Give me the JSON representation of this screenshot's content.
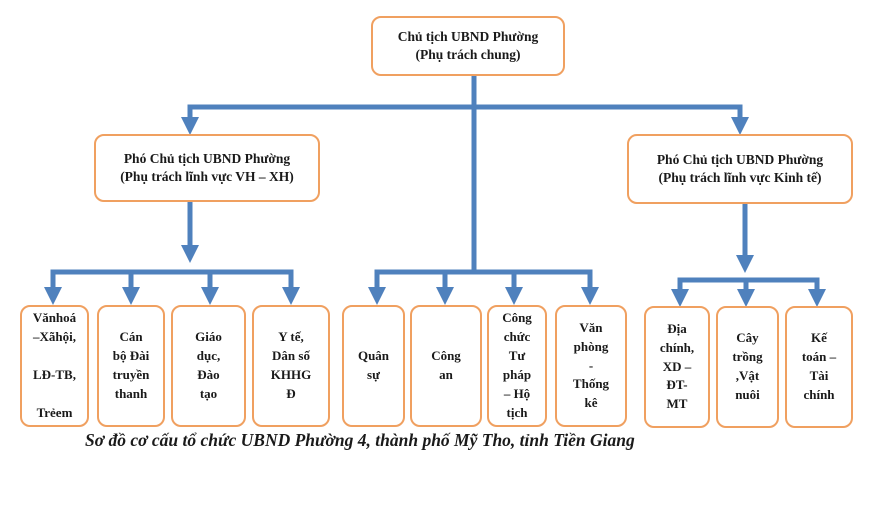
{
  "root": {
    "text": "Chủ tịch UBND Phường\n(Phụ trách chung)"
  },
  "deputies": [
    {
      "text": "Phó Chủ tịch UBND Phường\n(Phụ trách lĩnh vực VH – XH)"
    },
    {
      "text": "Phó Chủ tịch UBND Phường\n(Phụ trách lĩnh vực Kinh tế)"
    }
  ],
  "departments": [
    {
      "text": "Vănhoá\n–Xãhội,\n\nLĐ-TB,\n\nTrẻem"
    },
    {
      "text": "Cán\nbộ Đài\ntruyền\nthanh"
    },
    {
      "text": "Giáo\ndục,\nĐào\ntạo"
    },
    {
      "text": "Y tế,\nDân số\nKHHG\nĐ"
    },
    {
      "text": "Quân\nsự"
    },
    {
      "text": "Công\nan"
    },
    {
      "text": "Công\nchức\nTư\npháp\n– Hộ\ntịch"
    },
    {
      "text": "Văn\nphòng\n-\nThống\nkê"
    },
    {
      "text": "Địa\nchính,\nXD –\nĐT-\nMT"
    },
    {
      "text": "Cây\ntrồng\n,Vật\nnuôi"
    },
    {
      "text": "Kế\ntoán –\nTài\nchính"
    }
  ],
  "caption": "Sơ đồ cơ cấu tổ chức UBND Phường 4, thành phố Mỹ Tho, tỉnh Tiền Giang",
  "colors": {
    "box_border": "#f0a060",
    "connector": "#4f81bd"
  }
}
